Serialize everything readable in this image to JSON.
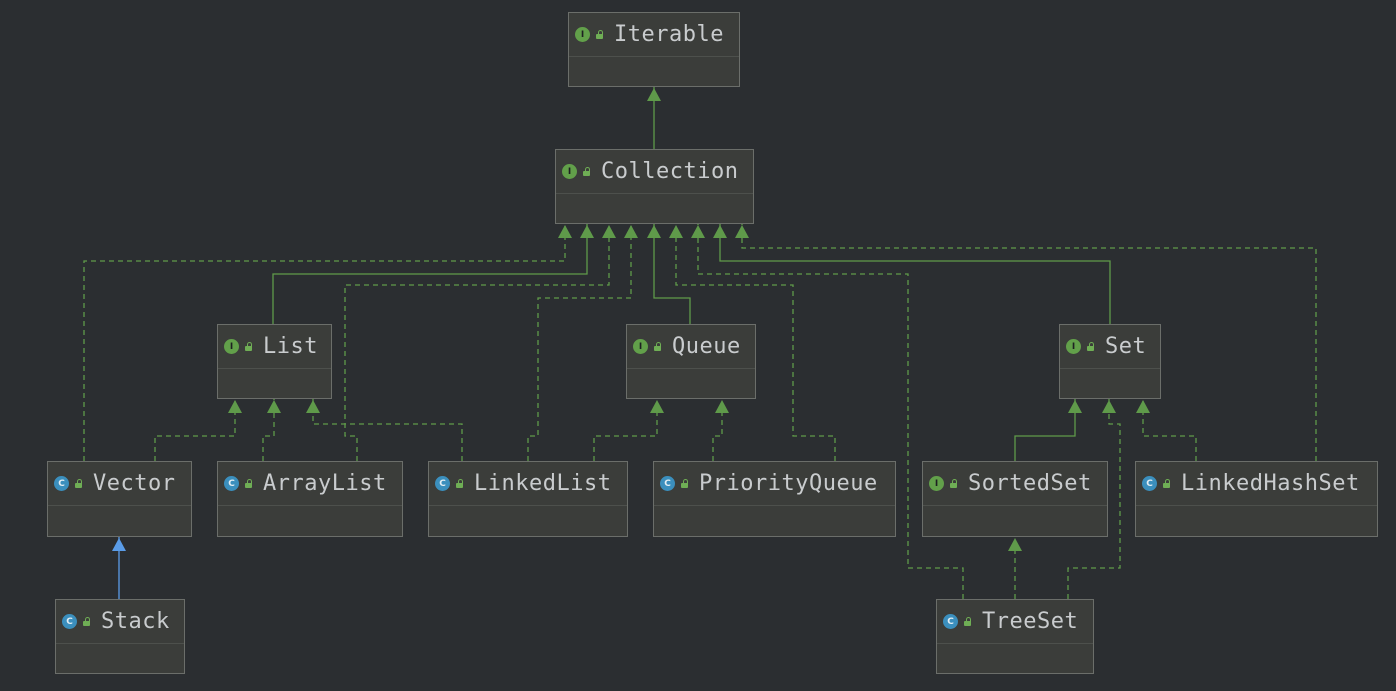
{
  "diagram": {
    "nodes": [
      {
        "id": "iterable",
        "label": "Iterable",
        "kind": "interface"
      },
      {
        "id": "collection",
        "label": "Collection",
        "kind": "interface"
      },
      {
        "id": "list",
        "label": "List",
        "kind": "interface"
      },
      {
        "id": "queue",
        "label": "Queue",
        "kind": "interface"
      },
      {
        "id": "set",
        "label": "Set",
        "kind": "interface"
      },
      {
        "id": "vector",
        "label": "Vector",
        "kind": "class"
      },
      {
        "id": "arraylist",
        "label": "ArrayList",
        "kind": "class"
      },
      {
        "id": "linkedlist",
        "label": "LinkedList",
        "kind": "class"
      },
      {
        "id": "priorityqueue",
        "label": "PriorityQueue",
        "kind": "class"
      },
      {
        "id": "sortedset",
        "label": "SortedSet",
        "kind": "interface"
      },
      {
        "id": "linkedhashset",
        "label": "LinkedHashSet",
        "kind": "class"
      },
      {
        "id": "stack",
        "label": "Stack",
        "kind": "class"
      },
      {
        "id": "treeset",
        "label": "TreeSet",
        "kind": "class"
      }
    ],
    "edges": [
      {
        "from": "collection",
        "to": "iterable",
        "type": "extends"
      },
      {
        "from": "list",
        "to": "collection",
        "type": "extends"
      },
      {
        "from": "queue",
        "to": "collection",
        "type": "extends"
      },
      {
        "from": "set",
        "to": "collection",
        "type": "extends"
      },
      {
        "from": "vector",
        "to": "collection",
        "type": "implements"
      },
      {
        "from": "arraylist",
        "to": "collection",
        "type": "implements"
      },
      {
        "from": "linkedlist",
        "to": "collection",
        "type": "implements"
      },
      {
        "from": "priorityqueue",
        "to": "collection",
        "type": "implements"
      },
      {
        "from": "treeset",
        "to": "collection",
        "type": "implements"
      },
      {
        "from": "linkedhashset",
        "to": "collection",
        "type": "implements"
      },
      {
        "from": "vector",
        "to": "list",
        "type": "implements"
      },
      {
        "from": "arraylist",
        "to": "list",
        "type": "implements"
      },
      {
        "from": "linkedlist",
        "to": "list",
        "type": "implements"
      },
      {
        "from": "linkedlist",
        "to": "queue",
        "type": "implements"
      },
      {
        "from": "priorityqueue",
        "to": "queue",
        "type": "implements"
      },
      {
        "from": "sortedset",
        "to": "set",
        "type": "extends"
      },
      {
        "from": "treeset",
        "to": "set",
        "type": "implements"
      },
      {
        "from": "linkedhashset",
        "to": "set",
        "type": "implements"
      },
      {
        "from": "treeset",
        "to": "sortedset",
        "type": "implements"
      },
      {
        "from": "stack",
        "to": "vector",
        "type": "class-extends"
      }
    ],
    "colors": {
      "background": "#2b2e31",
      "interface_badge": "#62a04a",
      "class_badge": "#3b8fbd",
      "edge": "#5f9a4a",
      "class_extends_edge": "#5a9ce8",
      "node_fill": "#3b3d3a",
      "node_border": "#6b6e6a",
      "text": "#c9ccce"
    },
    "icons": {
      "interface": "interface-badge-icon",
      "class": "class-badge-icon",
      "access": "unlocked-padlock-icon"
    }
  }
}
